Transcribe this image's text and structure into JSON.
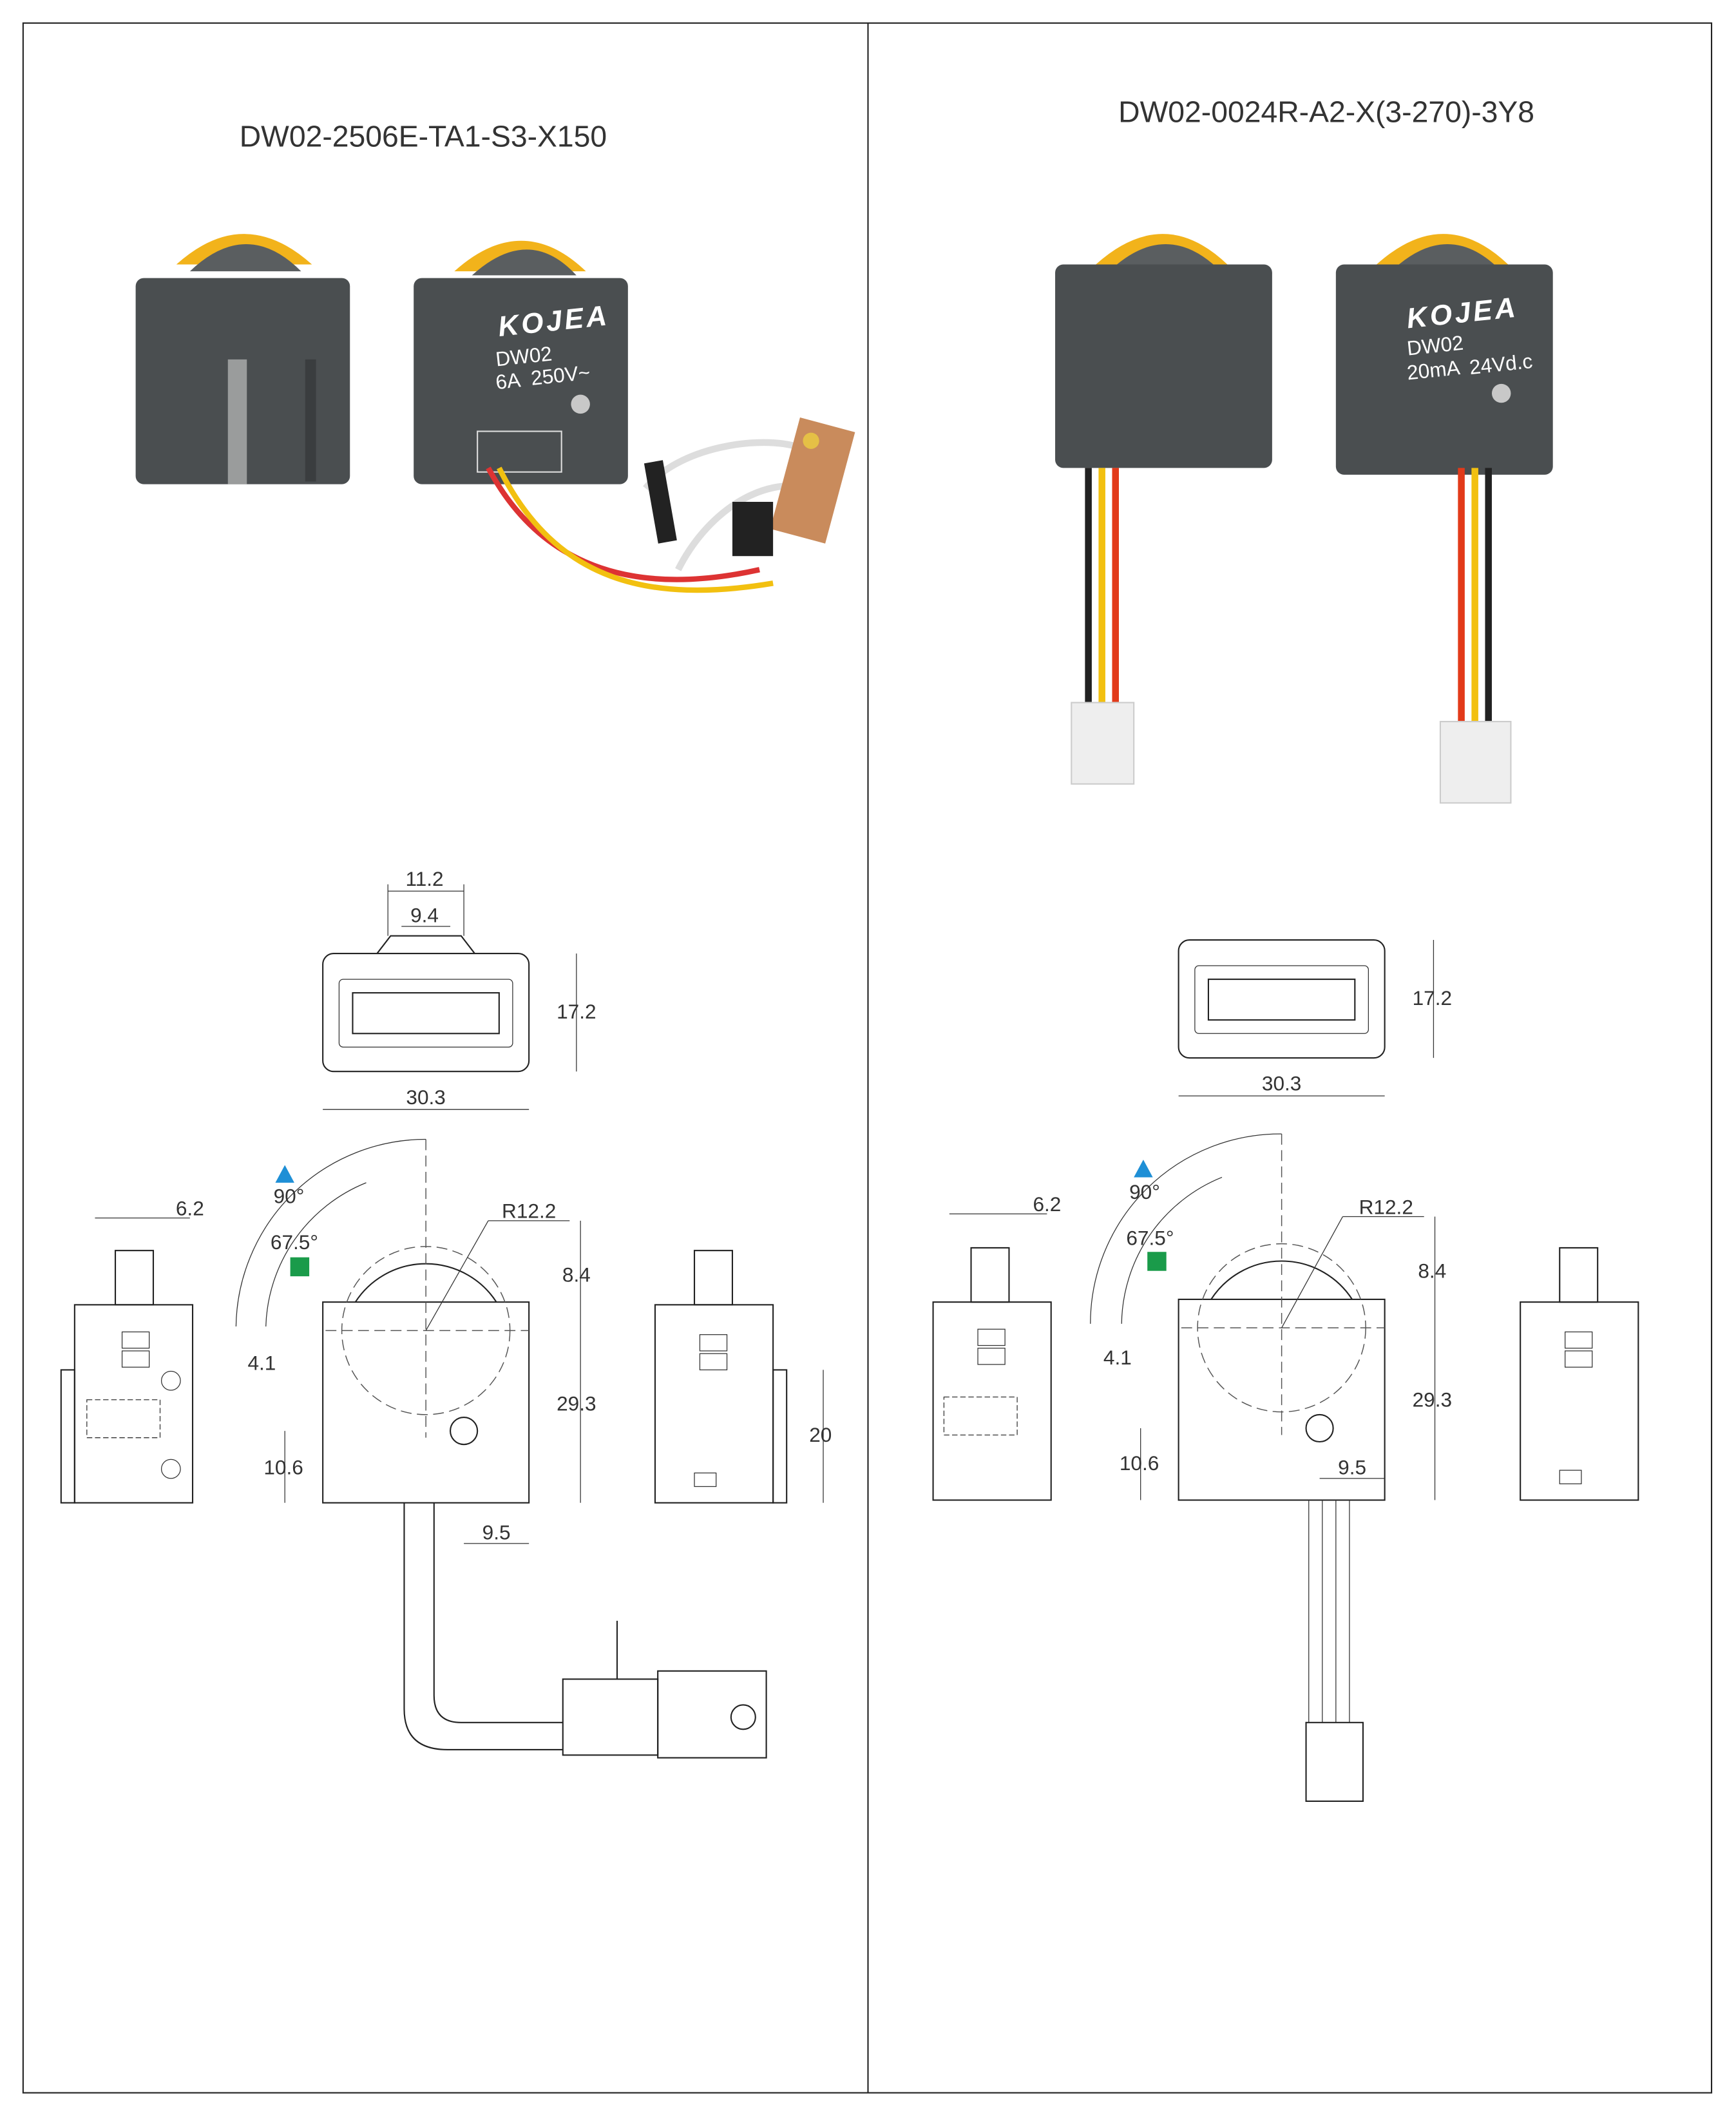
{
  "left": {
    "title": "DW02-2506E-TA1-S3-X150",
    "product": {
      "brand": "KOJEA",
      "model": "DW02",
      "rating_current": "6A",
      "rating_voltage": "250V~"
    },
    "dims": {
      "top_outer": "11.2",
      "top_inner": "9.4",
      "height": "17.2",
      "width": "30.3",
      "side_width": "6.2",
      "radius": "R12.2",
      "knob_height": "8.4",
      "body_height": "29.3",
      "offset_left": "4.1",
      "screw_height": "10.6",
      "screw_offset": "9.5",
      "side_height": "20",
      "angle_90": "90°",
      "angle_67": "67.5°"
    }
  },
  "right": {
    "title": "DW02-0024R-A2-X(3-270)-3Y8",
    "product": {
      "brand": "KOJEA",
      "model": "DW02",
      "rating_current": "20mA",
      "rating_voltage": "24Vd.c"
    },
    "dims": {
      "height": "17.2",
      "width": "30.3",
      "side_width": "6.2",
      "radius": "R12.2",
      "knob_height": "8.4",
      "body_height": "29.3",
      "offset_left": "4.1",
      "screw_height": "10.6",
      "screw_offset": "9.5",
      "angle_90": "90°",
      "angle_67": "67.5°"
    }
  },
  "colors": {
    "body": "#4a4e50",
    "dial": "#f2b31b",
    "marker_90": "#1e8fd6",
    "marker_67": "#1a9b4a"
  }
}
